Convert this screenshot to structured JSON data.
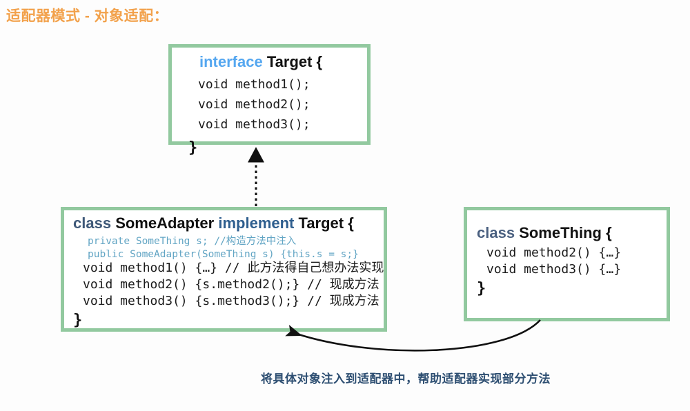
{
  "page": {
    "title": "适配器模式 - 对象适配：",
    "background": "#fdfdfd",
    "title_color": "#f2a14b",
    "box_border_color": "#92c99f"
  },
  "boxes": {
    "target": {
      "name": "interface Target",
      "decl_keyword": "interface",
      "decl_name": "Target {",
      "lines": [
        "void method1();",
        "void method2();",
        "void method3();"
      ],
      "close_brace": "}",
      "keyword_color": "#55a7f0"
    },
    "adapter": {
      "name": "class SomeAdapter",
      "decl_keyword": "class",
      "decl_name": "SomeAdapter",
      "decl_keyword2": "implement",
      "decl_name2": "Target {",
      "field_line": "private SomeThing s; //构造方法中注入",
      "ctor_line": "public SomeAdapter(SomeThing s) {this.s = s;}",
      "lines": [
        "void method1() {…} // 此方法得自己想办法实现",
        "void method2() {s.method2();} // 现成方法",
        "void method3() {s.method3();} // 现成方法"
      ],
      "close_brace": "}",
      "keyword_color": "#3e5878",
      "keyword2_color": "#2e5e8e",
      "small_line_color": "#62a5c4"
    },
    "something": {
      "name": "class SomeThing",
      "decl_keyword": "class",
      "decl_name": "SomeThing {",
      "lines": [
        "void method2() {…}",
        "void method3() {…}"
      ],
      "close_brace": "}",
      "keyword_color": "#4a6080"
    }
  },
  "arrows": {
    "implements_arrow": {
      "label": "implements-dotted-arrow",
      "style": "dotted",
      "from": "SomeAdapter",
      "to": "Target"
    },
    "injection_arrow": {
      "label": "injection-curved-arrow",
      "style": "solid-curved",
      "from": "SomeThing",
      "to": "SomeAdapter"
    }
  },
  "caption": {
    "text": "将具体对象注入到适配器中，帮助适配器实现部分方法",
    "color": "#2e4f72"
  }
}
